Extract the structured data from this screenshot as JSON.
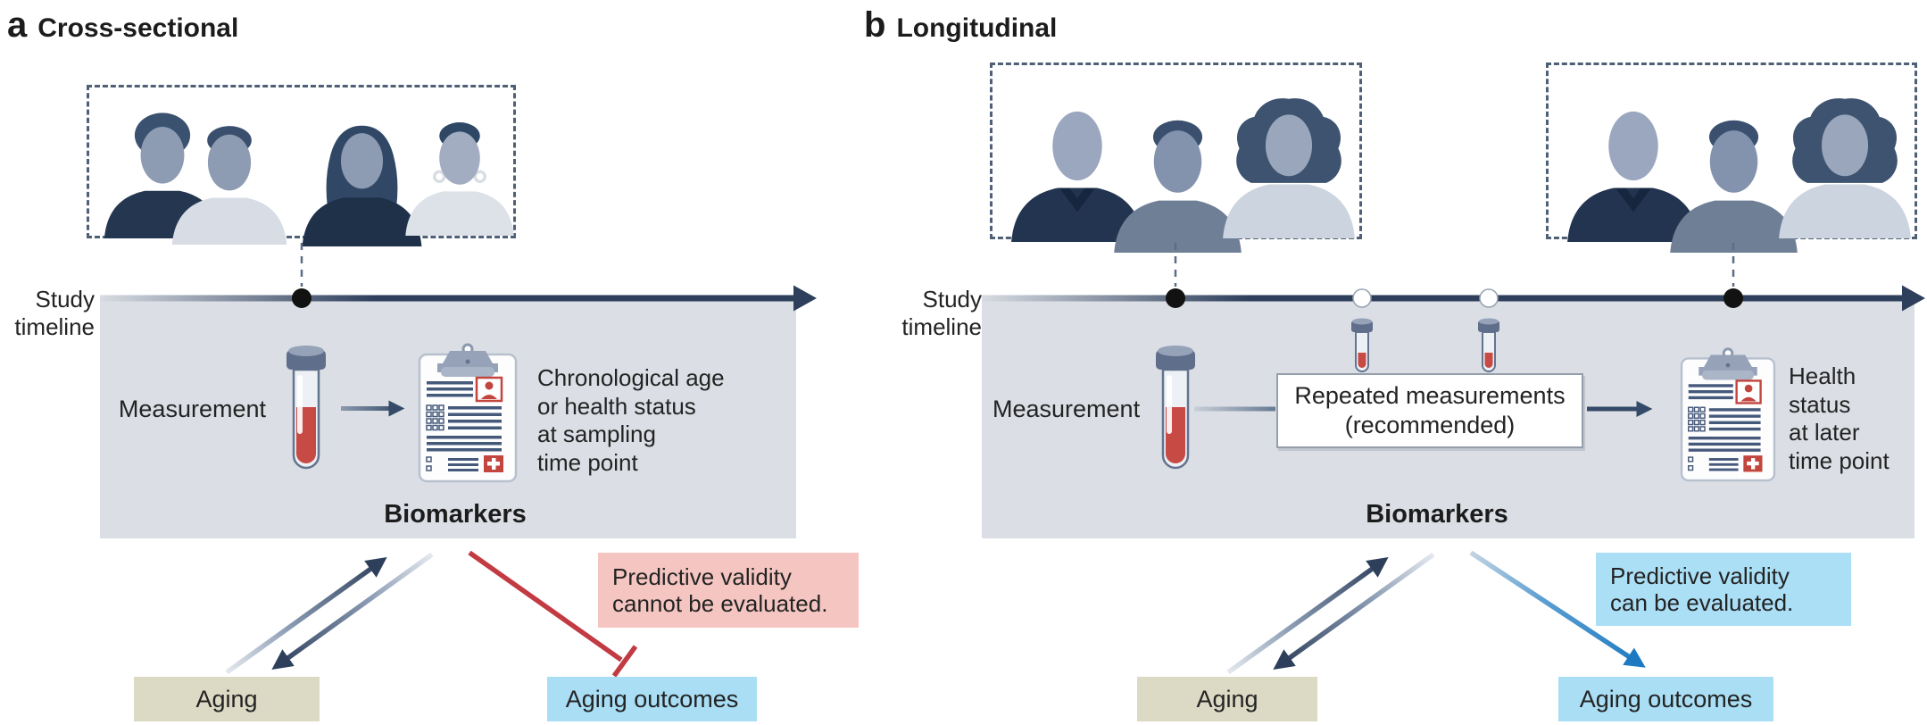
{
  "figure": {
    "panel_a": {
      "panel_tag": "a",
      "panel_title": "Cross-sectional",
      "study_timeline_label": "Study\ntimeline",
      "measurement_label": "Measurement",
      "outcome_text": "Chronological age\nor health status\nat sampling\ntime point",
      "biomarkers_label": "Biomarkers",
      "note_text": "Predictive validity\ncannot be evaluated.",
      "aging_label": "Aging",
      "aging_outcomes_label": "Aging outcomes"
    },
    "panel_b": {
      "panel_tag": "b",
      "panel_title": "Longitudinal",
      "study_timeline_label": "Study\ntimeline",
      "measurement_label": "Measurement",
      "repeated_box_text": "Repeated measurements\n(recommended)",
      "outcome_text": "Health\nstatus\nat later\ntime point",
      "biomarkers_label": "Biomarkers",
      "note_text": "Predictive validity\ncan be evaluated.",
      "aging_label": "Aging",
      "aging_outcomes_label": "Aging outcomes"
    },
    "colors": {
      "panel_bg": "#dbdfe5",
      "timeline_navy": "#2e3f5c",
      "note_pink": "#f5c6c1",
      "note_blue": "#abdff6",
      "aging_tan": "#dcd9c4",
      "aging_outcomes_blue": "#a9def5",
      "inhibit_red": "#c23b42",
      "predict_blue": "#1d79c1",
      "dashed_border": "#4e6076"
    },
    "icons": [
      "person-silhouette-icon",
      "test-tube-icon",
      "clipboard-report-icon",
      "timeline-arrow",
      "inhibition-bar"
    ]
  }
}
